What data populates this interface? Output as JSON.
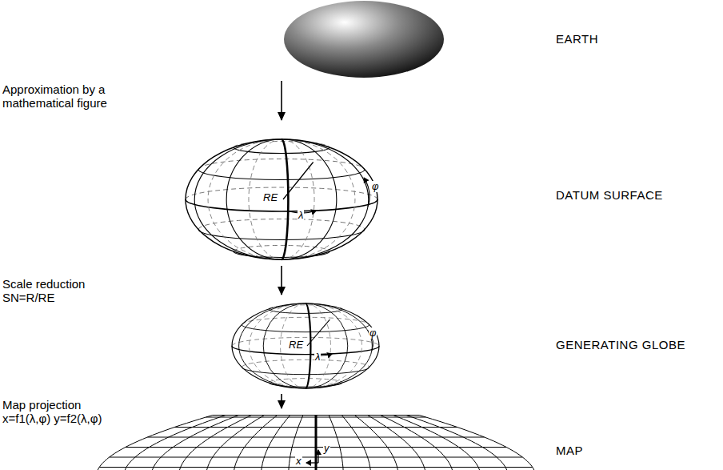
{
  "diagram": {
    "nodes": [
      {
        "text": [
          "EARTH"
        ]
      },
      {
        "text": [
          "DATUM SURFACE"
        ]
      },
      {
        "text": [
          "GENERATING GLOBE"
        ]
      },
      {
        "text": [
          "MAP"
        ]
      }
    ],
    "edges": [
      {
        "from": 0,
        "to": 1,
        "arrow": "to",
        "label": "Approximation by a mathematical figure"
      },
      {
        "from": 1,
        "to": 2,
        "arrow": "to",
        "label": "Scale reduction SN=R/RE"
      },
      {
        "from": 2,
        "to": 3,
        "arrow": "to",
        "label": "Map projection x=f1(λ,φ) y=f2(λ,φ)"
      }
    ],
    "labels": [
      "RE",
      "λ",
      "φ",
      "RE",
      "λ",
      "φ",
      "x",
      "y"
    ]
  }
}
